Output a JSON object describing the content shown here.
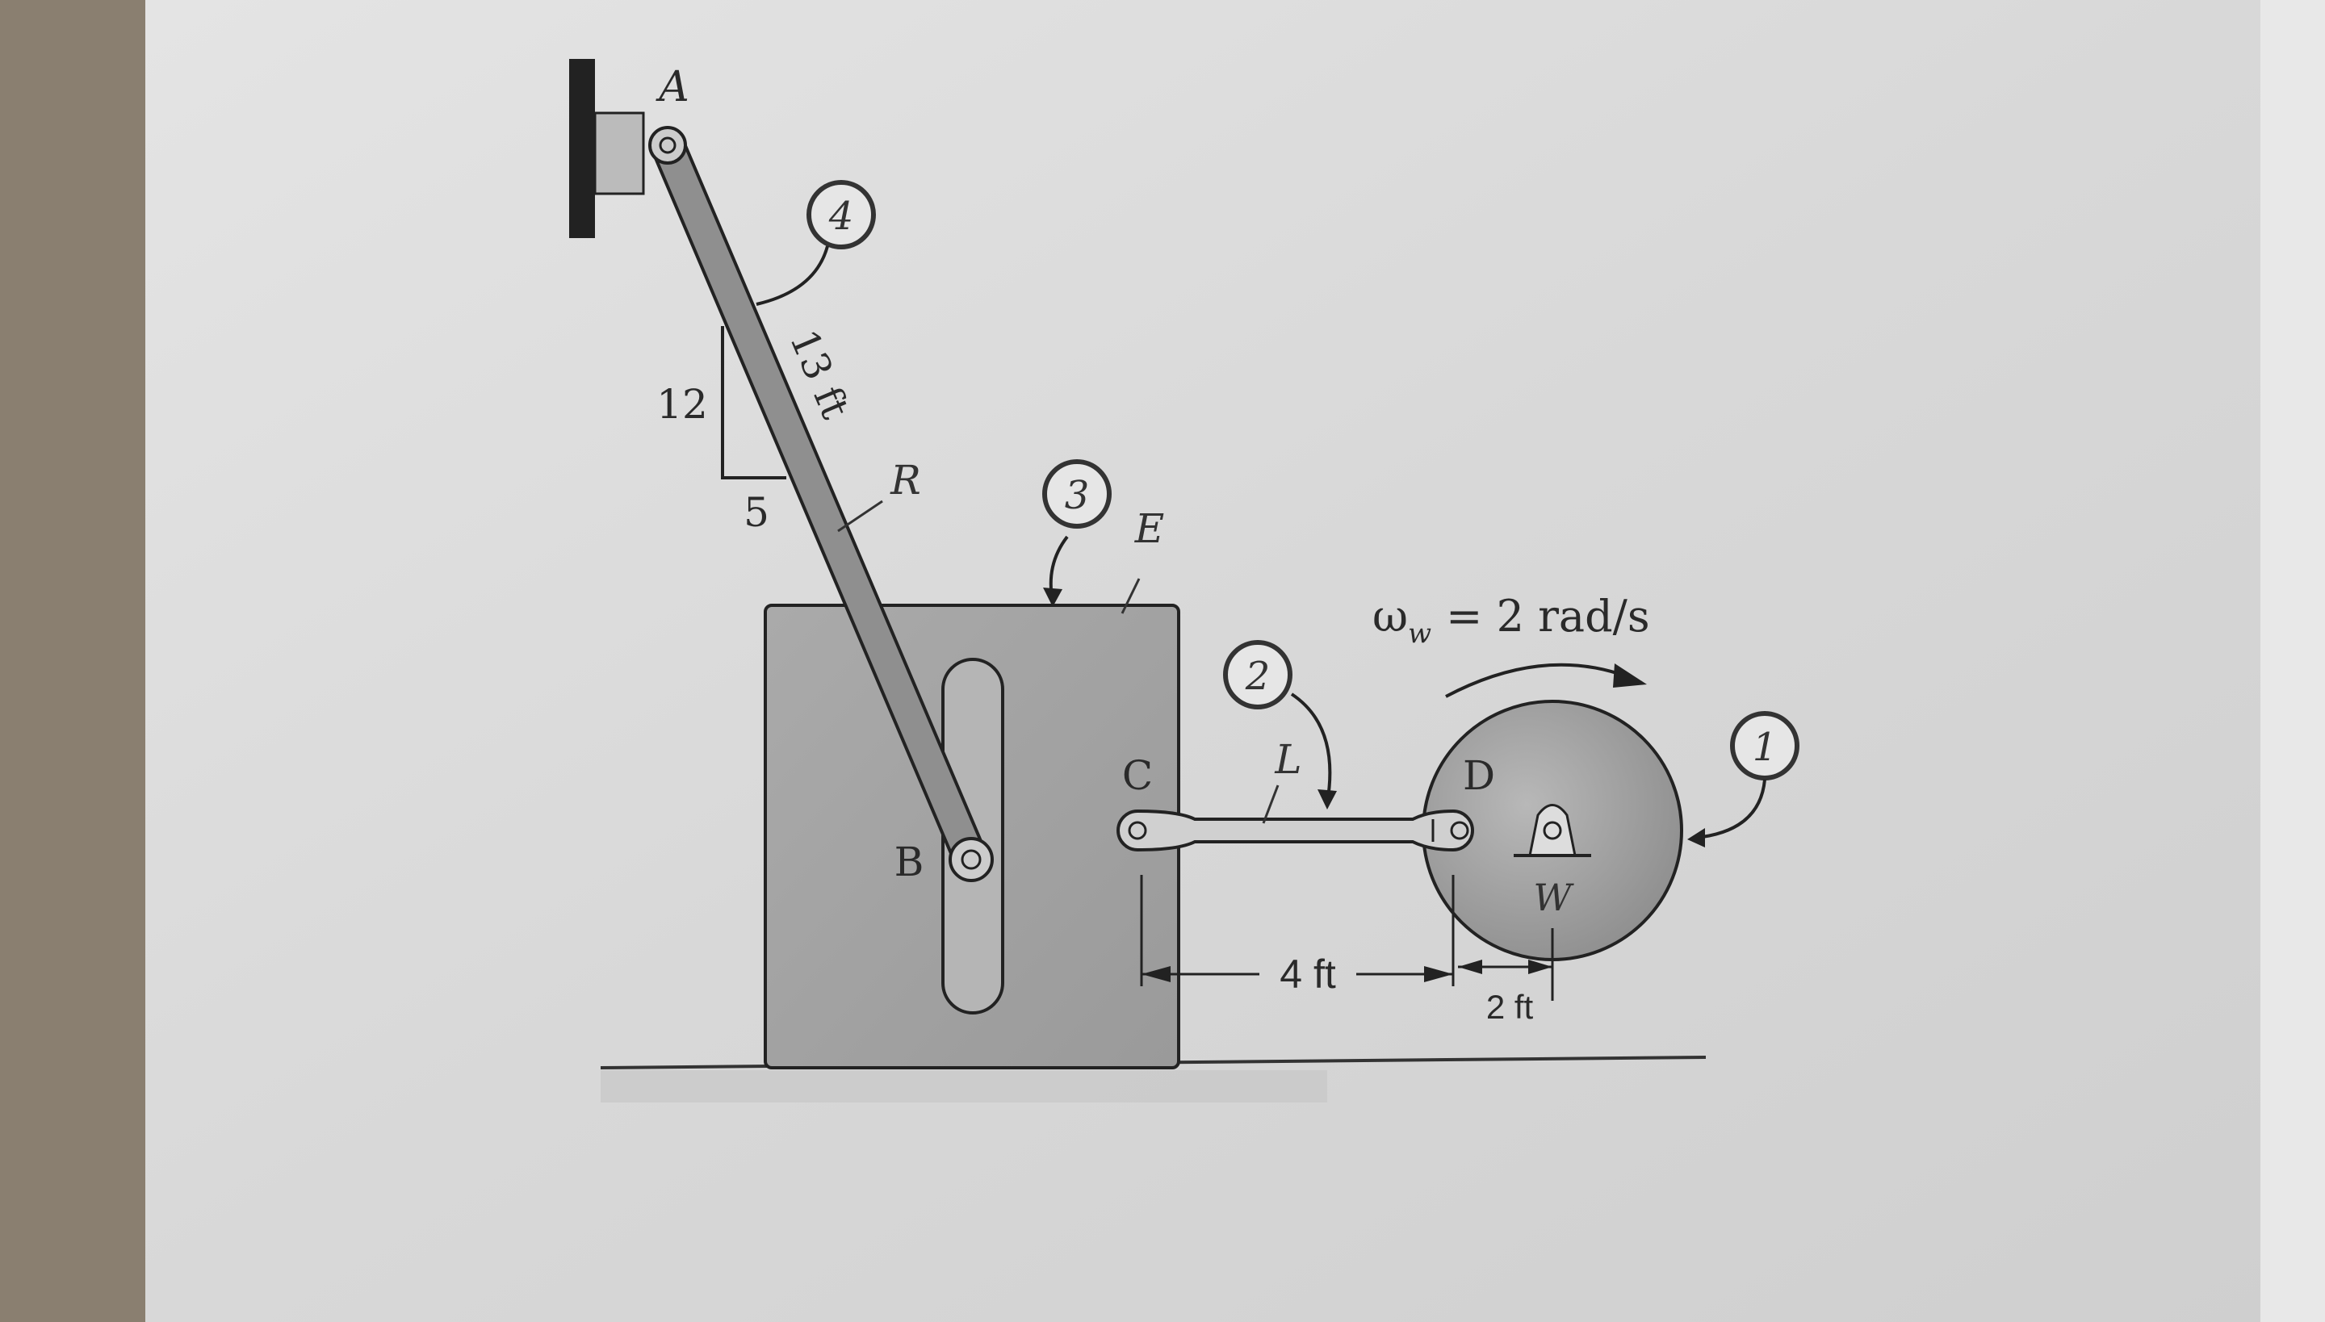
{
  "points": {
    "A": "A",
    "B": "B",
    "C": "C",
    "D": "D"
  },
  "slope": {
    "rise": "12",
    "run": "5"
  },
  "dimensions": {
    "rod_length": "13 ft",
    "cd_distance": "4 ft",
    "d_offset": "2 ft"
  },
  "angular_velocity": {
    "symbol": "ω",
    "subscript": "w",
    "value": "= 2 rad/s",
    "direction": "clockwise"
  },
  "body_numbers": {
    "wheel": "1",
    "link": "2",
    "block": "3",
    "rod": "4"
  },
  "handwritten_labels": {
    "rod": "R",
    "block": "E",
    "link": "L",
    "wheel": "W"
  },
  "colors": {
    "paper": "#dcdcdc",
    "shade": "#9a9a9a",
    "ink": "#222222"
  }
}
